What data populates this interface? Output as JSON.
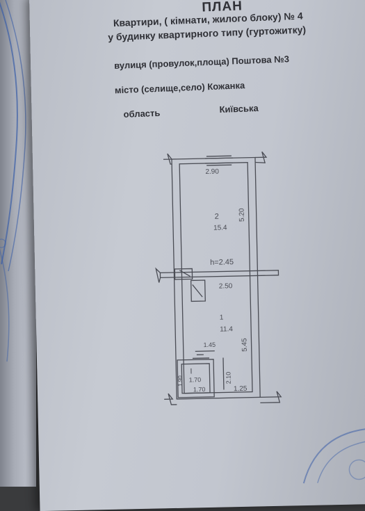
{
  "header": {
    "title": "ПЛАН",
    "line1": "Квартири, ( кімнати, жилого блоку) № 4",
    "line2": "у будинку квартирного типу (гуртожитку)",
    "street": "вулиця (провулок,площа) Поштова №3",
    "settlement": "місто (селище,село) Кожанка",
    "region_label": "область",
    "region_value": "Київська"
  },
  "plan": {
    "dim_top_width": "2.90",
    "room2_number": "2",
    "room2_area": "15.4",
    "room2_length": "5.20",
    "ceiling_height": "h=2.45",
    "dim_mid_width": "2.50",
    "room1_number": "1",
    "room1_area": "11.4",
    "room1_length": "5.45",
    "dim_145": "1.45",
    "room3_number": "I",
    "room3_area": "1.70",
    "dim_190": "1.90",
    "dim_bottom_170": "1.70",
    "dim_210": "2.10",
    "dim_125": "1.25"
  },
  "colors": {
    "paper": "#c3c7cf",
    "ink": "#2f3036",
    "pencil": "#4a4c54",
    "stamp_blue": "#3c5fa8"
  }
}
